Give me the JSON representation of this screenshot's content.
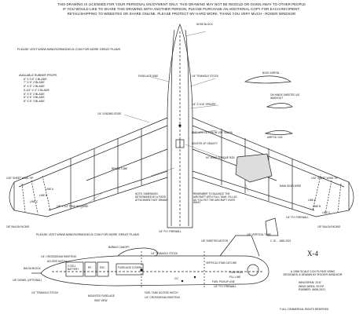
{
  "header": {
    "line1": "THIS DRAWING IS LICENSED FOR YOUR PERSONAL ENJOYMENT ONLY. THIS DRAWING MAY NOT BE RESOLD OR GIVEN AWAY TO OTHER PEOPLE",
    "line2": "IF YOU WOULD LIKE TO SHARE THIS DRAWING WITH ANOTHER PERSON, PLEASE PURCHASE AN ADDITIONAL COPY FOR EACH RECIPIENT.",
    "line3": "RETAIL/SHIPPING TO WEBSITES OR SHARE ONLINE. PLEASE PROTECT MY HARD WORK. THANK YOU VERY MUCH - ROGER WINDSOR",
    "visit_top": "PLEASE VISIT WWW.WINDSORMODELS.COM FOR MORE GREAT PLANS",
    "visit_mid": "PLEASE VISIT WWW.WINDSORMODELS.COM FOR MORE GREAT PLANS"
  },
  "specs": {
    "title": "AVAILABLE RUBBER PROPS",
    "items": [
      "6\" X 3.5\" 2 BLADE",
      "7\" X 5\" 2 BLADE",
      "6\" X 5\" 2 BLADE",
      "5-1/2\" X 4\" 2 BLADE",
      "6\" X 5\" 2 BLADE",
      "6\" X 6\" 3 BLADE",
      "6\" X 8\" 3 BLADE"
    ]
  },
  "labels": {
    "nose_block": "NOSE BLOCK",
    "fuselage_side": "FUSELAGE SIDE",
    "triangle_stock": "1/4\" TRIANGLE STOCK",
    "spacer": "1/4\" X 1/16\" SPACER",
    "leading_edge": "1/4\" LEADING EDGE",
    "ribs_note": "RIBS ARE CUT FROM 1/32\" BALSA",
    "center_gravity": "CENTER OF GRAVITY",
    "kit_torque_rod": "KIT WING TORQUE ROD",
    "main_gear_wire": "MAIN GEAR WIRE",
    "brass_tube": "BRASS TUBE",
    "trailing_edge": "1/8\" X 1/4\" TRAILING EDGE",
    "sheet_wing_tip_l": "1/32\" SHEET WING TIP",
    "sheet_wing_tip_r": "1/32\" SHEET WING TIP",
    "line_a": "LINE A",
    "line_b": "LINE B",
    "line_c": "LINE C",
    "line_a_r": "LINE A",
    "line_b_r": "LINE B",
    "line_c_r": "LINE C",
    "body_airfoil": "BODY AIRFOIL",
    "dihedral": "ON HINGE SHEETED 1/8 WASHOUT",
    "airfoil_name": "AIRFOIL 1/16",
    "note_dimension": "NOTE: DIMENSION DETERMINED BY A FIXED ATTACHMENT NOT DRAWN",
    "ballast_note": "REMEMBER TO BALANCE THE AIRCRAFT WITH FULL TANK. FILL AS AS YOU PUT THE AIRCRAFT OVER WHAT",
    "firewall": "1/4\" PLY FIREWALL",
    "balsa_facing_l": "1/8\" BALSA FACING",
    "balsa_facing_r": "1/8\" BALSA FACING",
    "ply_firewall_2": "1/4\" PLY FIREWALL",
    "vertical_tube": "1/8\" VERTICAL TUBE",
    "triangle_stock_2": "1/4\" TRIANGLE STOCK",
    "bubble_canopy": "BUBBLE CANOPY",
    "crossgrain_l": "1/4\" CROSSGRAIN SHEETING",
    "access_hatch": "ACCESS HATCH",
    "balsa_block": "BALSA BLOCK",
    "battery": "2 CELL BATTERY",
    "rx": "RX",
    "esc": "ESC",
    "rx_cover": "FUSELAGE COVER",
    "triangle_stock_3": "1/4\" TRIANGLE STOCK",
    "dowel": "1/8\" DOWEL (OPTIONAL)",
    "metered_fuse": "MOUNTED FUSELAGE",
    "side_view": "SIDE VIEW",
    "access_hatch_2": "FUEL TANK ACCESS HATCH",
    "crossgrain_2": "1/4\" CROSSGRAIN SHEETING",
    "motor_mount": "1/8\" SHEETED MOTOR",
    "vertical_stab": "VERTICAL STAB OUTLINE",
    "fuel_pickup": "FUEL PICKUP LINE",
    "ply_firewall_3": "1/4\" PLY FIREWALL",
    "fill_line": "FILL LINE",
    "pushrod": "PUSH ROD",
    "cg": "CG",
    "copy": "C 15 ... 1860-2021"
  },
  "title_block": {
    "title": "X-4",
    "subtitle1": "A 1968 SCALE 1/24 FLYING WING",
    "subtitle2": "DESIGNED & DRAWN BY ROGER WINDSOR",
    "wingspan": "WINGSPAN: 23.6\"",
    "wing_area": "WING AREA: 29 IN²",
    "rubber": "RUBBER: 4608-2021",
    "copyright": "© ALL COMMERCIAL RIGHTS RESERVED"
  }
}
